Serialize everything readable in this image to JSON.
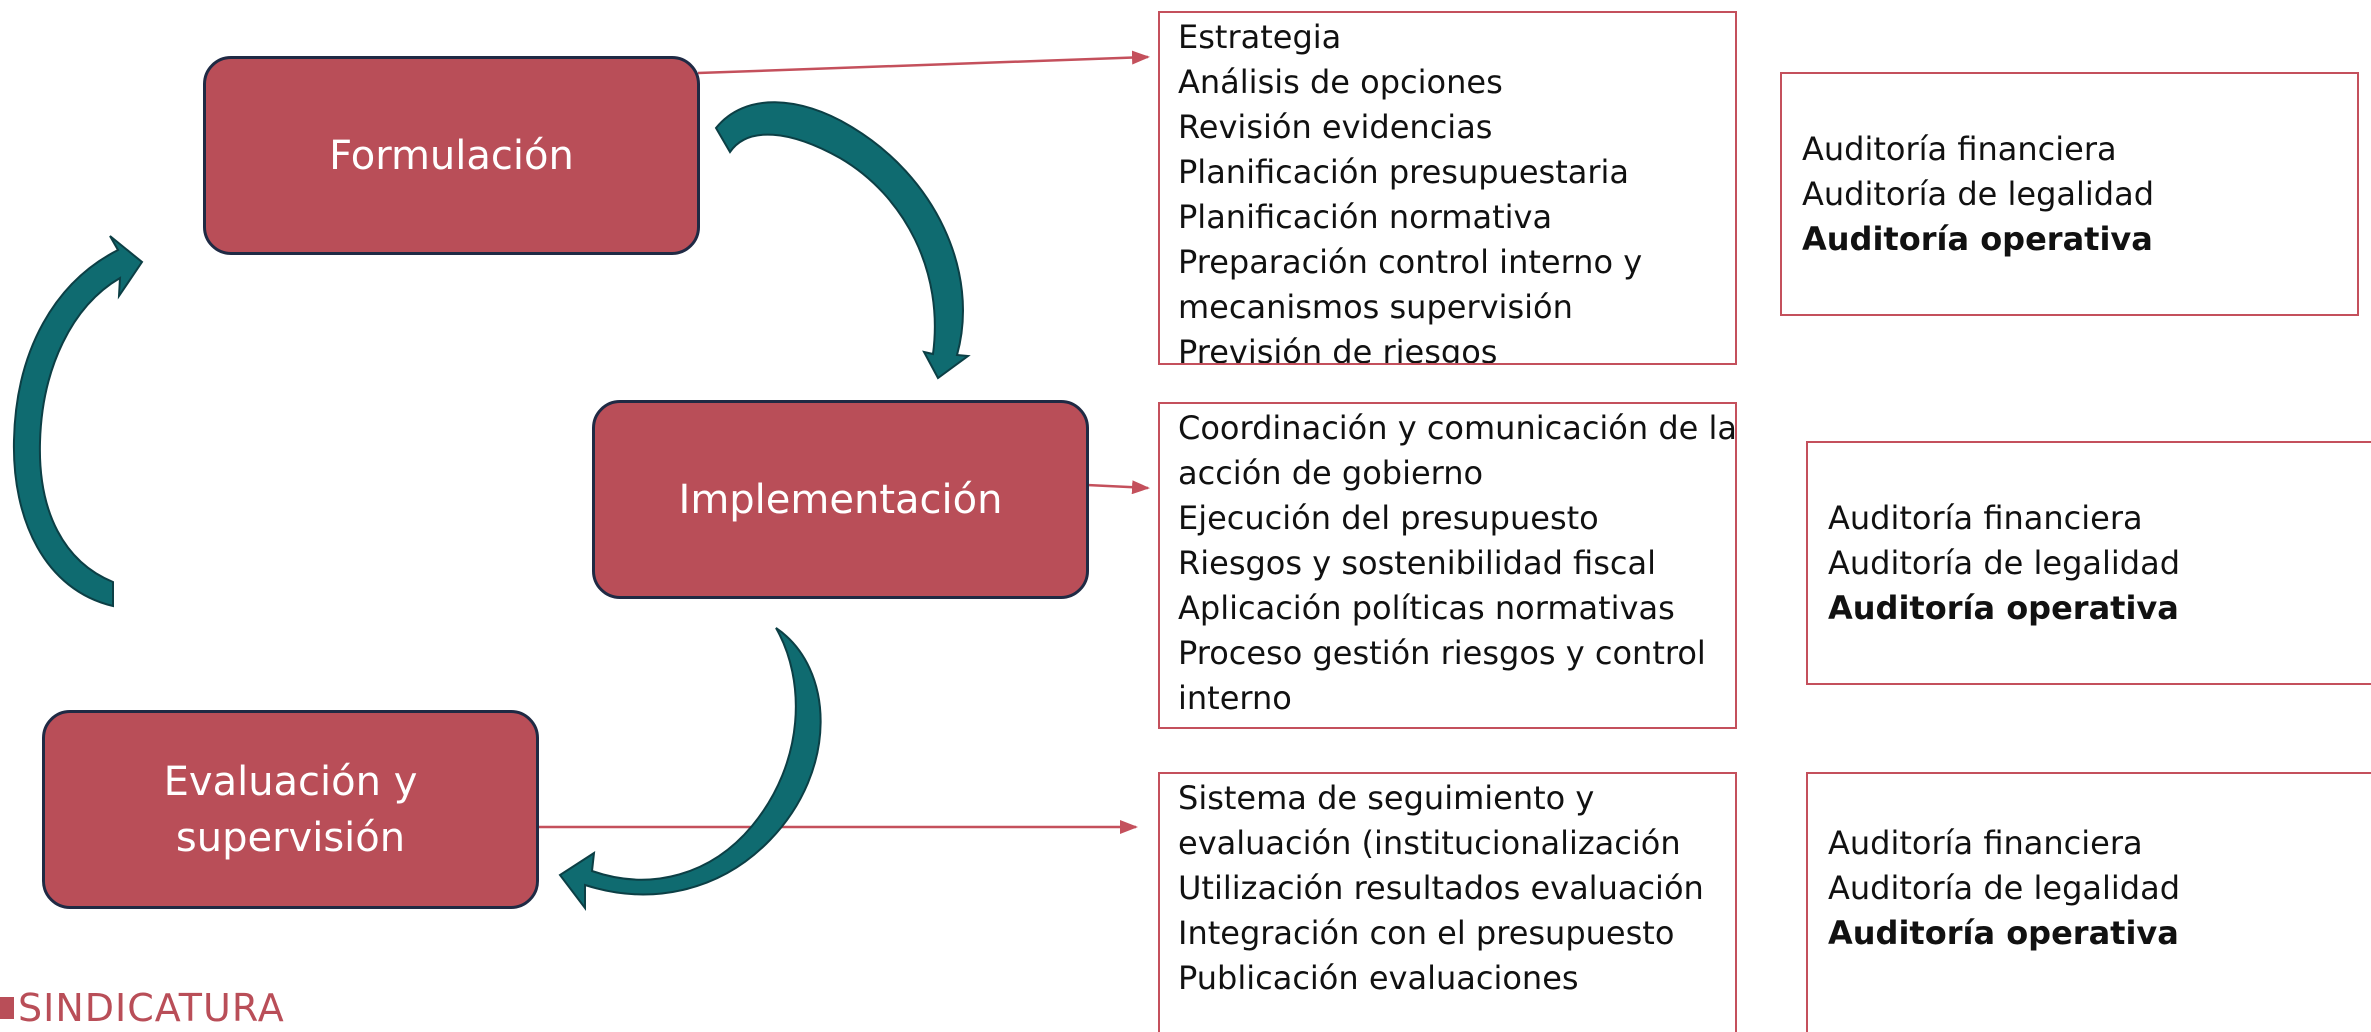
{
  "stages": {
    "formulation": "Formulación",
    "implementation": "Implementación",
    "evaluation": "Evaluación y\nsupervisión"
  },
  "activities": {
    "formulation": [
      "Estrategia",
      "Análisis de opciones",
      "Revisión evidencias",
      "Planificación presupuestaria",
      "Planificación normativa",
      "Preparación control interno y",
      "mecanismos supervisión",
      "Previsión de riesgos"
    ],
    "implementation": [
      "Coordinación y comunicación de la",
      "acción de gobierno",
      "Ejecución del presupuesto",
      "Riesgos y sostenibilidad fiscal",
      "Aplicación políticas normativas",
      "Proceso gestión riesgos y control",
      "interno"
    ],
    "evaluation": [
      "Sistema de seguimiento y",
      "evaluación (institucionalización",
      "Utilización resultados evaluación",
      "Integración con el presupuesto",
      "Publicación evaluaciones"
    ]
  },
  "audits": {
    "formulation": [
      "Auditoría financiera",
      "Auditoría de legalidad",
      "Auditoría operativa"
    ],
    "implementation": [
      "Auditoría financiera",
      "Auditoría de legalidad",
      "Auditoría operativa"
    ],
    "evaluation": [
      "Auditoría financiera",
      "Auditoría de legalidad",
      "Auditoría operativa"
    ]
  },
  "logo": {
    "text": "SINDICATURA"
  },
  "colors": {
    "stage_fill": "#b94e58",
    "stage_border": "#1f2a44",
    "box_border": "#c4505c",
    "cycle_arrow": "#0f6b70"
  }
}
